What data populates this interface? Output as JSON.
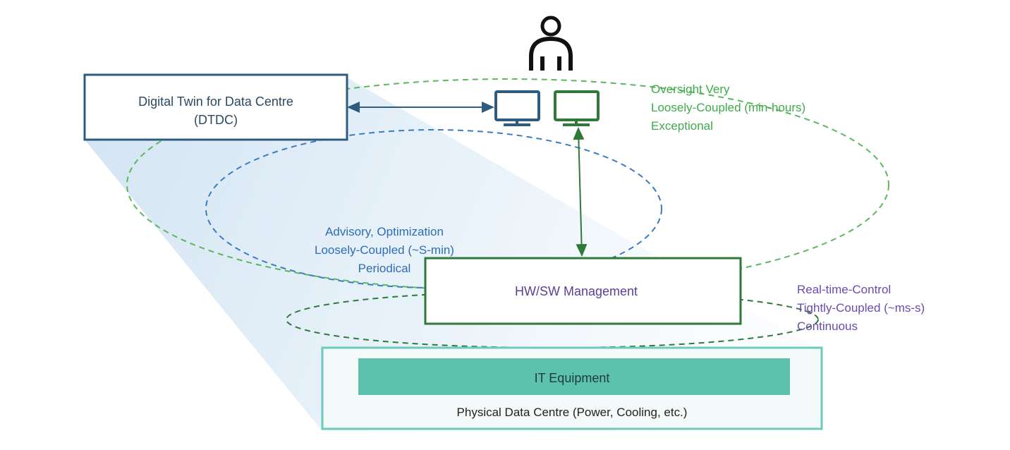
{
  "digital_twin": {
    "title_line1": "Digital Twin for Data Centre",
    "title_line2": "(DTDC)"
  },
  "hw_sw_management": {
    "label": "HW/SW Management"
  },
  "it_equipment": {
    "label": "IT Equipment"
  },
  "physical_data_centre": {
    "label": "Physical Data Centre (Power, Cooling, etc.)"
  },
  "oversight_loop": {
    "line1": "Oversight Very",
    "line2": "Loosely-Coupled (min-hours)",
    "line3": "Exceptional",
    "color": "#3eaa4a"
  },
  "advisory_loop": {
    "line1": "Advisory, Optimization",
    "line2": "Loosely-Coupled (~S-min)",
    "line3": "Periodical",
    "color": "#2e6db5"
  },
  "realtime_loop": {
    "line1": "Real-time-Control",
    "line2": "Tightly-Coupled (~ms-s)",
    "line3": "Continuous",
    "color": "#6a4bb0"
  },
  "icons": {
    "operator": "person-icon",
    "dtdc_monitor": "monitor-icon",
    "management_monitor": "monitor-icon"
  },
  "colors": {
    "dtdc_border": "#2d5c80",
    "management_border": "#2f7a3a",
    "teal_fill": "#5cc2ad",
    "teal_border": "#6ccbbb",
    "cone_fill": "#dcebf6"
  }
}
